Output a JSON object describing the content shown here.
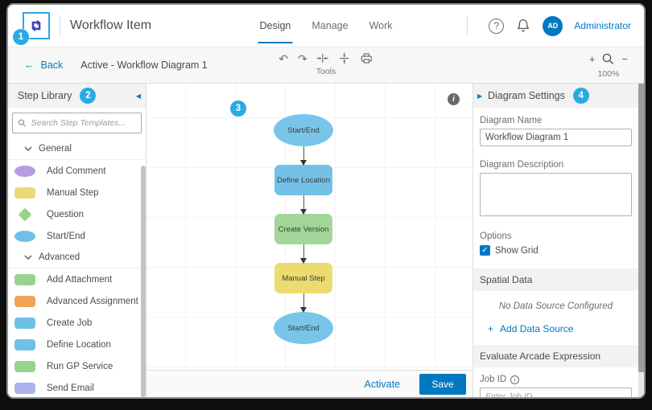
{
  "callouts": {
    "c1": "1",
    "c2": "2",
    "c3": "3",
    "c4": "4"
  },
  "icons": {
    "undo": "↶",
    "redo": "↷",
    "help": "?",
    "check": "✓",
    "info": "i",
    "collapse_left": "◀",
    "collapse_right": "▶",
    "zoom_in": "+",
    "zoom_out": "−",
    "back_arrow": "←",
    "add": "+"
  },
  "header": {
    "title": "Workflow Item",
    "tabs": [
      {
        "label": "Design"
      },
      {
        "label": "Manage"
      },
      {
        "label": "Work"
      }
    ],
    "active_tab": "Design",
    "user": {
      "initials": "AD",
      "name": "Administrator"
    }
  },
  "subheader": {
    "back": "Back",
    "breadcrumb": "Active - Workflow Diagram 1",
    "tools_label": "Tools",
    "zoom_percent": "100%"
  },
  "step_library": {
    "title": "Step Library",
    "search_placeholder": "Search Step Templates...",
    "sections": [
      {
        "label": "General",
        "items": [
          {
            "label": "Add Comment",
            "shape": "ellipse",
            "color": "#b59de0"
          },
          {
            "label": "Manual Step",
            "shape": "rect",
            "color": "#ead979"
          },
          {
            "label": "Question",
            "shape": "diamond",
            "color": "#97d38d"
          },
          {
            "label": "Start/End",
            "shape": "ellipse",
            "color": "#6fc0e6"
          }
        ]
      },
      {
        "label": "Advanced",
        "items": [
          {
            "label": "Add Attachment",
            "shape": "rect",
            "color": "#97d38d"
          },
          {
            "label": "Advanced Assignment",
            "shape": "rect",
            "color": "#f0a455"
          },
          {
            "label": "Create Job",
            "shape": "rect",
            "color": "#6fc0e6"
          },
          {
            "label": "Define Location",
            "shape": "rect",
            "color": "#6fc0e6"
          },
          {
            "label": "Run GP Service",
            "shape": "rect",
            "color": "#97d38d"
          },
          {
            "label": "Send Email",
            "shape": "rect",
            "color": "#a9b2ef"
          }
        ]
      }
    ]
  },
  "canvas": {
    "nodes": [
      {
        "label": "Start/End",
        "shape": "ellipse",
        "color": "#79c5e9"
      },
      {
        "label": "Define Location",
        "shape": "rect",
        "color": "#74c1e8"
      },
      {
        "label": "Create Version",
        "shape": "rect",
        "color": "#a3d79a"
      },
      {
        "label": "Manual Step",
        "shape": "rect",
        "color": "#ecdc6f"
      },
      {
        "label": "Start/End",
        "shape": "ellipse",
        "color": "#79c5e9"
      }
    ]
  },
  "diagram_settings": {
    "title": "Diagram Settings",
    "name_label": "Diagram Name",
    "name_value": "Workflow Diagram 1",
    "description_label": "Diagram Description",
    "options_label": "Options",
    "show_grid_label": "Show Grid",
    "spatial_title": "Spatial Data",
    "no_source_text": "No Data Source Configured",
    "add_source_label": "Add Data Source",
    "arcade_title": "Evaluate Arcade Expression",
    "job_id_label": "Job ID",
    "job_id_placeholder": "Enter Job ID"
  },
  "footer": {
    "activate": "Activate",
    "save": "Save"
  }
}
